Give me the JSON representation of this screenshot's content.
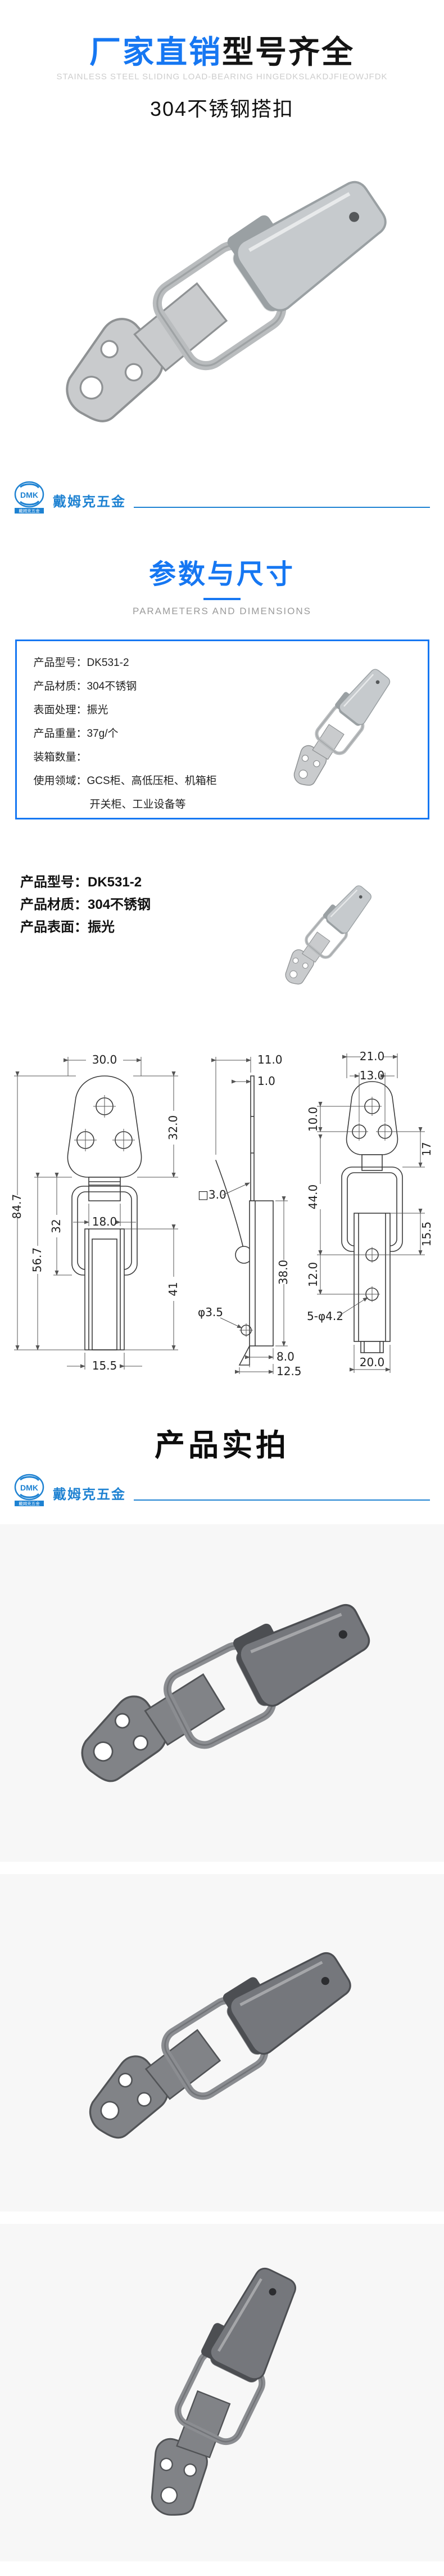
{
  "header": {
    "title_highlight": "厂家直销",
    "title_rest": "型号齐全",
    "subtitle_en": "STAINLESS STEEL SLIDING LOAD-BEARING HINGEDKSLAKDJFIEOWJFDK",
    "product_name": "304不锈钢搭扣"
  },
  "brand": {
    "logo_abbr": "DMK",
    "logo_caption": "戴姆克五金",
    "name": "戴姆克五金"
  },
  "section_params": {
    "title": "参数与尺寸",
    "subtitle": "PARAMETERS AND DIMENSIONS"
  },
  "param_box": {
    "rows": [
      {
        "label": "产品型号：",
        "value": "DK531-2"
      },
      {
        "label": "产品材质：",
        "value": "304不锈钢"
      },
      {
        "label": "表面处理：",
        "value": "振光"
      },
      {
        "label": "产品重量：",
        "value": "37g/个"
      },
      {
        "label": "装箱数量：",
        "value": ""
      },
      {
        "label": "使用领域：",
        "value": "GCS柜、高低压柜、机箱柜"
      },
      {
        "label": "",
        "value": "开关柜、工业设备等"
      }
    ]
  },
  "spec_block": {
    "rows": [
      {
        "label": "产品型号：",
        "value": "DK531-2"
      },
      {
        "label": "产品材质：",
        "value": "304不锈钢"
      },
      {
        "label": "产品表面：",
        "value": "振光"
      }
    ]
  },
  "drawings": {
    "front": {
      "dims": [
        "30.0",
        "32.0",
        "18.0",
        "84.7",
        "56.7",
        "32",
        "41",
        "15.5"
      ]
    },
    "side": {
      "dims": [
        "11.0",
        "1.0",
        "□3.0",
        "38.0",
        "φ3.5",
        "8.0",
        "12.5"
      ]
    },
    "back": {
      "dims": [
        "21.0",
        "13.0",
        "10.0",
        "17",
        "44.0",
        "15.5",
        "12.0",
        "5-φ4.2",
        "20.0"
      ]
    }
  },
  "section_photos": {
    "title": "产品实拍"
  },
  "colors": {
    "accent_blue": "#1677f2",
    "logo_blue": "#1e82d2",
    "title_dark": "#141414",
    "subtitle_gray": "#cdcdcd",
    "section_sub_gray": "#9a9a9a"
  }
}
